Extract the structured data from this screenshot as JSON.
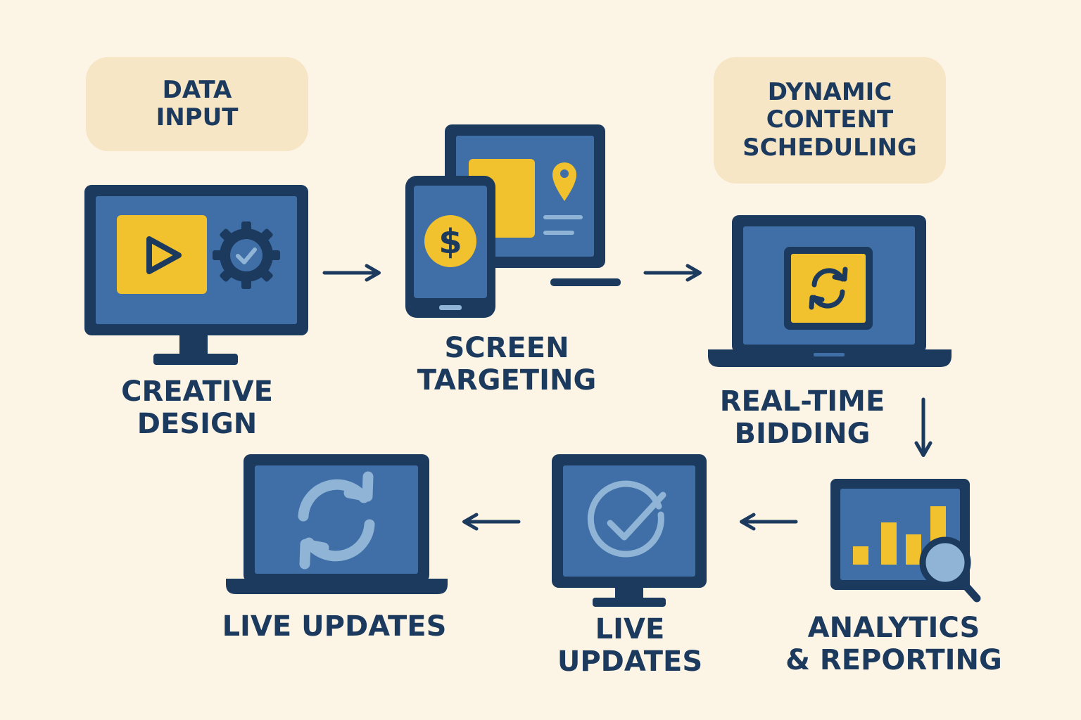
{
  "colors": {
    "background": "#fcf5e6",
    "badge": "#f6e6c6",
    "navy": "#1c3a5e",
    "screen_blue": "#3f6fa6",
    "yellow": "#f2c12e",
    "light_blue": "#8fb4d6"
  },
  "badges": {
    "data_input": "DATA\nINPUT",
    "dynamic_content": "DYNAMIC\nCONTENT\nSCHEDULING"
  },
  "steps": {
    "creative_design": {
      "label": "CREATIVE DESIGN",
      "icons": [
        "play-icon",
        "gear-check-icon"
      ]
    },
    "screen_targeting": {
      "label": "SCREEN\nTARGETING",
      "icons": [
        "dollar-icon",
        "location-pin-icon"
      ]
    },
    "real_time_bidding": {
      "label": "REAL-TIME\nBIDDING",
      "icons": [
        "refresh-icon"
      ]
    },
    "analytics_reporting": {
      "label": "ANALYTICS\n& REPORTING",
      "icons": [
        "bar-chart-icon",
        "magnifier-icon"
      ]
    },
    "live_updates_monitor": {
      "label": "LIVE\nUPDATES",
      "icons": [
        "check-circle-icon"
      ]
    },
    "live_updates_laptop": {
      "label": "LIVE UPDATES",
      "icons": [
        "sync-icon"
      ]
    }
  }
}
